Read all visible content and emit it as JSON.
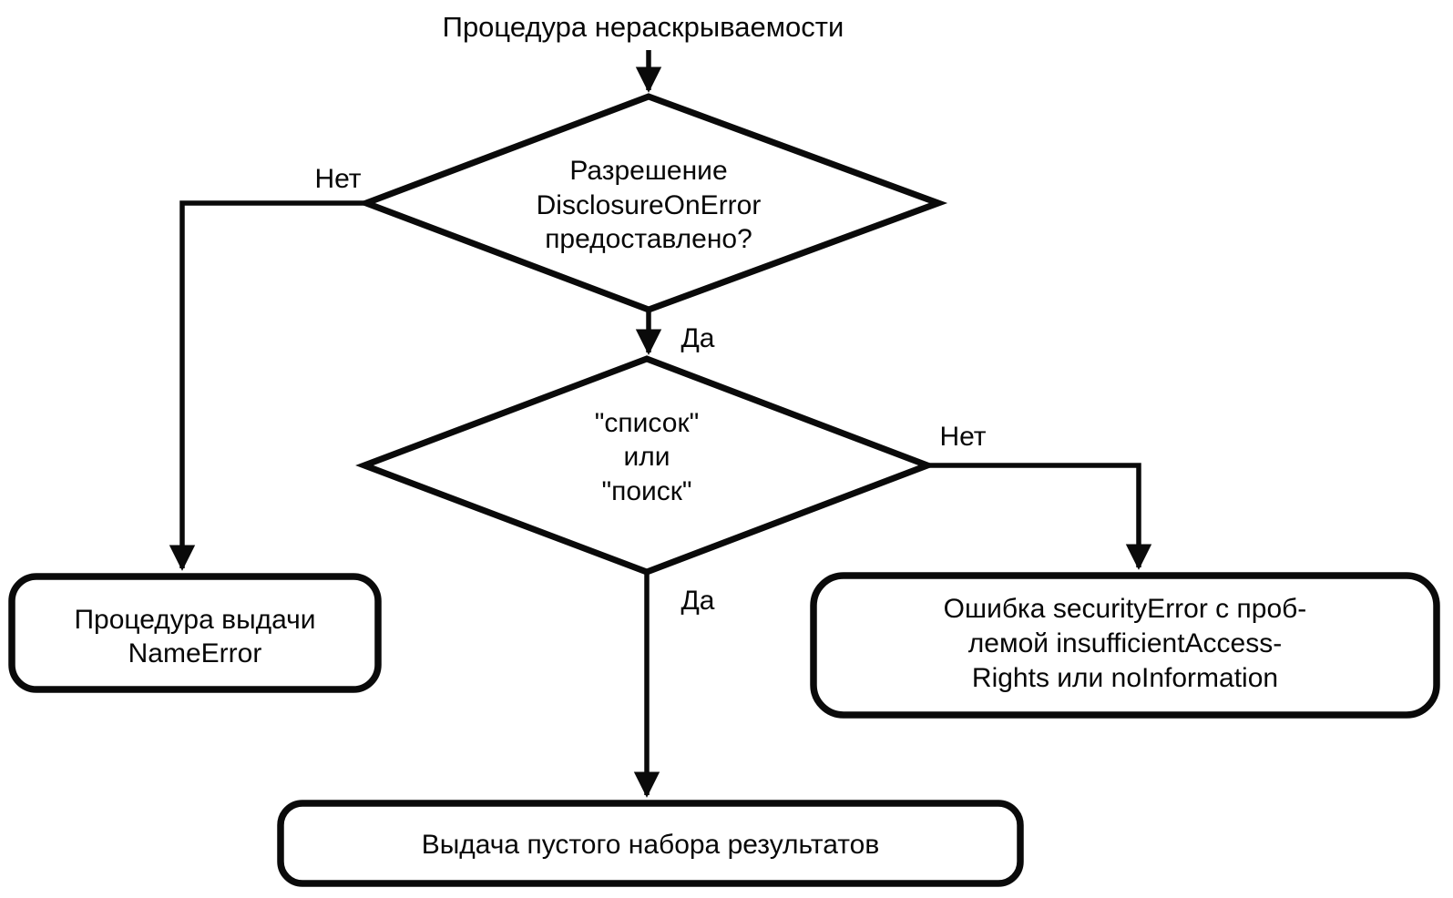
{
  "title": "Процедура нераскрываемости",
  "colors": {
    "ink": "#0a0a0a",
    "paper": "#ffffff"
  },
  "nodes": {
    "decision_disclosure": {
      "type": "decision",
      "lines": [
        "Разрешение",
        "DisclosureOnError",
        "предоставлено?"
      ]
    },
    "decision_list_search": {
      "type": "decision",
      "lines": [
        "\"список\"",
        "или",
        "\"поиск\""
      ]
    },
    "box_name_error": {
      "type": "terminator",
      "lines": [
        "Процедура выдачи",
        "NameError"
      ]
    },
    "box_security_error": {
      "type": "terminator",
      "lines": [
        "Ошибка securityError с проб-",
        "лемой insufficientAccess-",
        "Rights или noInformation"
      ]
    },
    "box_empty_results": {
      "type": "terminator",
      "lines": [
        "Выдача пустого набора результатов"
      ]
    }
  },
  "edge_labels": {
    "no_left": "Нет",
    "yes_middle": "Да",
    "no_right": "Нет",
    "yes_bottom": "Да"
  }
}
